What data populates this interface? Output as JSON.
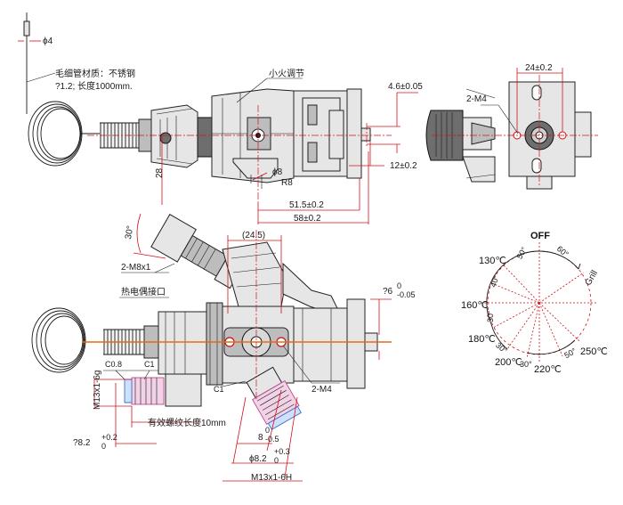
{
  "top_view": {
    "capillary_dia": "ϕ4",
    "capillary_note": "毛细管材质：不锈钢",
    "capillary_length": "?1.2; 长度1000mm.",
    "small_fire_label": "小火调节",
    "dim_46": "4.6±0.05",
    "dim_12": "12±0.2",
    "dim_8": "ϕ8",
    "dim_r8": "R8",
    "dim_28": "28",
    "dim_515": "51.5±0.2",
    "dim_58": "58±0.2"
  },
  "side_view": {
    "dim_24": "24±0.2",
    "dim_2m4": "2-M4"
  },
  "front_view": {
    "dim_30": "30°",
    "dim_2m8": "2-M8x1",
    "thermocouple_label": "热电偶接口",
    "dim_245": "(24.5)",
    "dim_6": "?6",
    "dim_6_tol": "-0.05",
    "dim_6_tol_up": "0",
    "dim_2m4": "2-M4",
    "dim_c08": "C0.8",
    "dim_c1a": "C1",
    "dim_c1b": "C1",
    "dim_m13_left": "M13x1-6g",
    "effective_thread": "有效螺纹长度10mm",
    "dim_82_left": "?8.2",
    "dim_82_left_tol": "+0.2",
    "dim_82_left_tol_low": "0",
    "dim_8": "8",
    "dim_8_tol_up": "0",
    "dim_8_tol_low": "-0.5",
    "dim_82_right": "ϕ8.2",
    "dim_82_right_tol_up": "+0.3",
    "dim_82_right_tol_low": "0",
    "dim_m13_right": "M13x1-6H"
  },
  "dial": {
    "off": "OFF",
    "grill": "Grill",
    "t130": "130℃",
    "t160": "160℃",
    "t180": "180℃",
    "t200": "200℃",
    "t220": "220℃",
    "t250": "250℃",
    "a50": "50°",
    "a60": "60°",
    "a40": "40°",
    "a30a": "30°",
    "a30b": "30°",
    "a30c": "30°",
    "a50b": "50°"
  }
}
